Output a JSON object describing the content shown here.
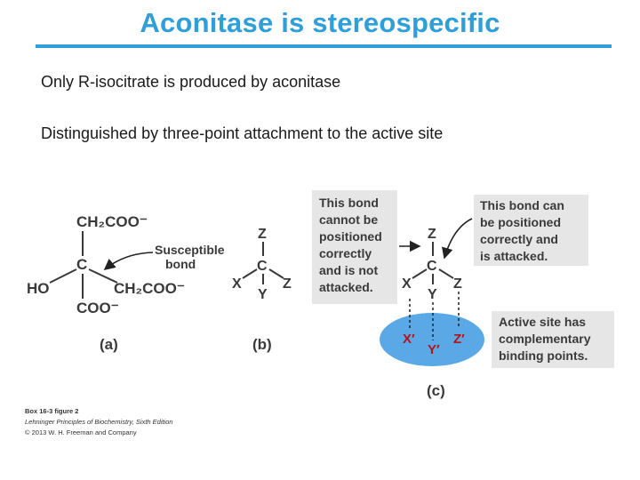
{
  "slide": {
    "title": "Aconitase is stereospecific",
    "bullets": [
      "Only R-isocitrate is produced by aconitase",
      "Distinguished by three-point attachment to the active site"
    ]
  },
  "figure": {
    "panel_a": {
      "top_group": "CH₂COO⁻",
      "center": "C",
      "left_group": "HO",
      "right_group": "CH₂COO⁻",
      "bottom_group": "COO⁻",
      "note_line1": "Susceptible",
      "note_line2": "bond",
      "label": "(a)"
    },
    "panel_b": {
      "z": "Z",
      "c": "C",
      "x": "X",
      "y": "Y",
      "zr": "Z",
      "label": "(b)"
    },
    "panel_c": {
      "box_left": [
        "This  bond",
        "cannot  be",
        "positioned",
        "correctly",
        "and is not",
        "attacked."
      ],
      "box_right": [
        "This  bond can",
        "be positioned",
        "correctly  and",
        "is  attacked."
      ],
      "box_site": [
        "Active  site  has",
        "complementary",
        "binding points."
      ],
      "z": "Z",
      "c": "C",
      "x": "X",
      "y": "Y",
      "zr": "Z",
      "xp": "X′",
      "yp": "Y′",
      "zp": "Z′",
      "label": "(c)"
    },
    "caption": [
      "Box 16-3 figure 2",
      "Lehninger Principles of Biochemistry, Sixth Edition",
      "© 2013 W. H. Freeman and Company"
    ]
  },
  "colors": {
    "title": "#2e9fd8",
    "callout_box": "#e6e6e6",
    "active_site": "#5aa9e6",
    "active_site_text": "#b5121b"
  }
}
